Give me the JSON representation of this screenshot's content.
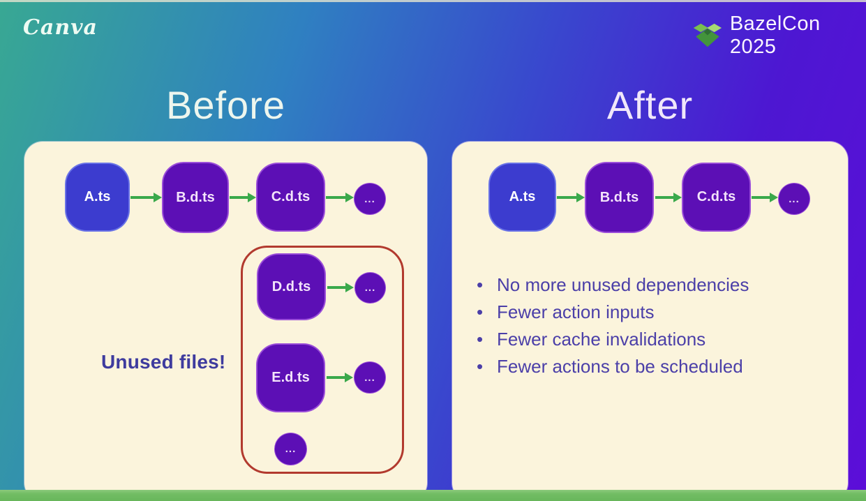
{
  "header": {
    "canva_logo": "Canva",
    "bazelcon_label": "BazelCon 2025"
  },
  "before": {
    "title": "Before",
    "chain": {
      "a": "A.ts",
      "b": "B.d.ts",
      "c": "C.d.ts",
      "more": "..."
    },
    "unused_label": "Unused files!",
    "unused": {
      "d": "D.d.ts",
      "d_more": "...",
      "e": "E.d.ts",
      "e_more": "...",
      "last_more": "..."
    }
  },
  "after": {
    "title": "After",
    "chain": {
      "a": "A.ts",
      "b": "B.d.ts",
      "c": "C.d.ts",
      "more": "..."
    },
    "bullets": [
      "No more unused dependencies",
      "Fewer action inputs",
      "Fewer cache invalidations",
      "Fewer actions to be scheduled"
    ]
  },
  "colors": {
    "background_teal": "#38a893",
    "background_purple": "#5c0ed8",
    "panel_cream": "#fbf4dc",
    "node_blue": "#3c3ccf",
    "node_purple": "#5c0fb5",
    "arrow_green": "#3aa94b",
    "red_outline": "#b23a2e",
    "unused_text": "#3e3b9e",
    "bullet_text": "#4b3fa8",
    "bottom_strip_green": "#72bd64",
    "bazel_logo_greens": [
      "#a6da72",
      "#79c04f",
      "#43943c"
    ]
  }
}
